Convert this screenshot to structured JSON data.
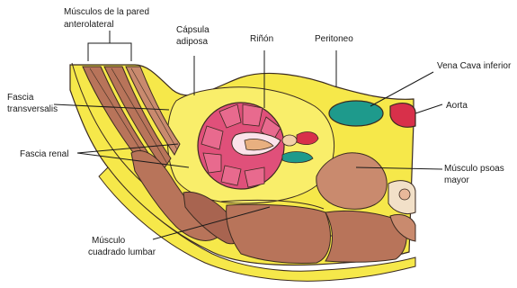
{
  "labels": {
    "musculos_line1": "Músculos de la pared",
    "musculos_line2": "anterolateral",
    "capsula_line1": "Cápsula",
    "capsula_line2": "adiposa",
    "rinon": "Riñón",
    "peritoneo": "Peritoneo",
    "vena_cava": "Vena Cava inferior",
    "aorta": "Aorta",
    "fascia_trans_line1": "Fascia",
    "fascia_trans_line2": "transversalis",
    "fascia_renal": "Fascia renal",
    "psoas_line1": "Músculo psoas",
    "psoas_line2": "mayor",
    "cuadrado_line1": "Músculo",
    "cuadrado_line2": "cuadrado lumbar"
  },
  "colors": {
    "fat_yellow": "#f6e84a",
    "muscle_brown": "#b8745a",
    "muscle_light": "#c98a6e",
    "kidney_pink": "#e0507a",
    "vena_cava_teal": "#1e9a8c",
    "aorta_red": "#d8304a",
    "outline": "#3a2a20"
  }
}
